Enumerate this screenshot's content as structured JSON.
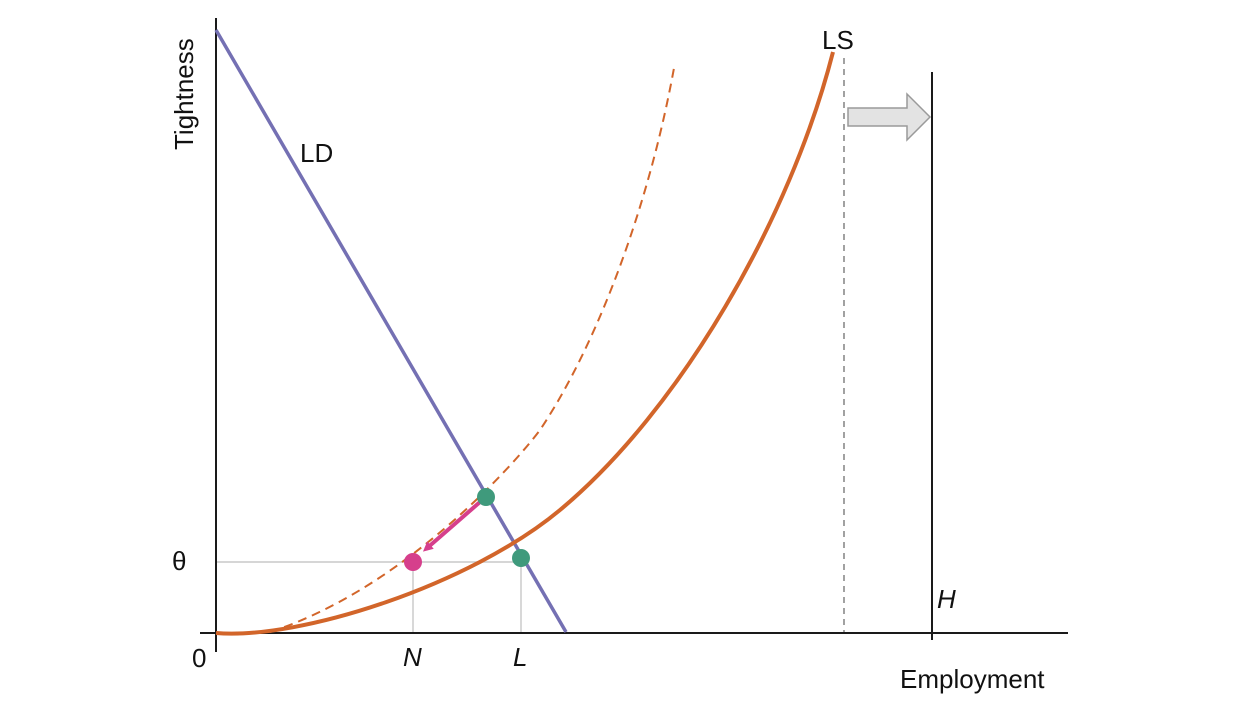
{
  "labels": {
    "y_axis": "Tightness",
    "x_axis": "Employment",
    "origin": "0",
    "ld": "LD",
    "ls": "LS",
    "h": "H",
    "n": "N",
    "l": "L",
    "theta": "θ"
  },
  "colors": {
    "axis": "#1a1a1a",
    "ld": "#7470b3",
    "ls": "#d2652a",
    "eq_point": "#3f9a7c",
    "shift_point": "#d63f8c",
    "shift_arrow": "#d63f8c",
    "guide": "#c8c8c8",
    "dashed_vertical": "#8a8a8a",
    "block_arrow_fill": "#e3e3e3",
    "block_arrow_stroke": "#9a9a9a"
  }
}
